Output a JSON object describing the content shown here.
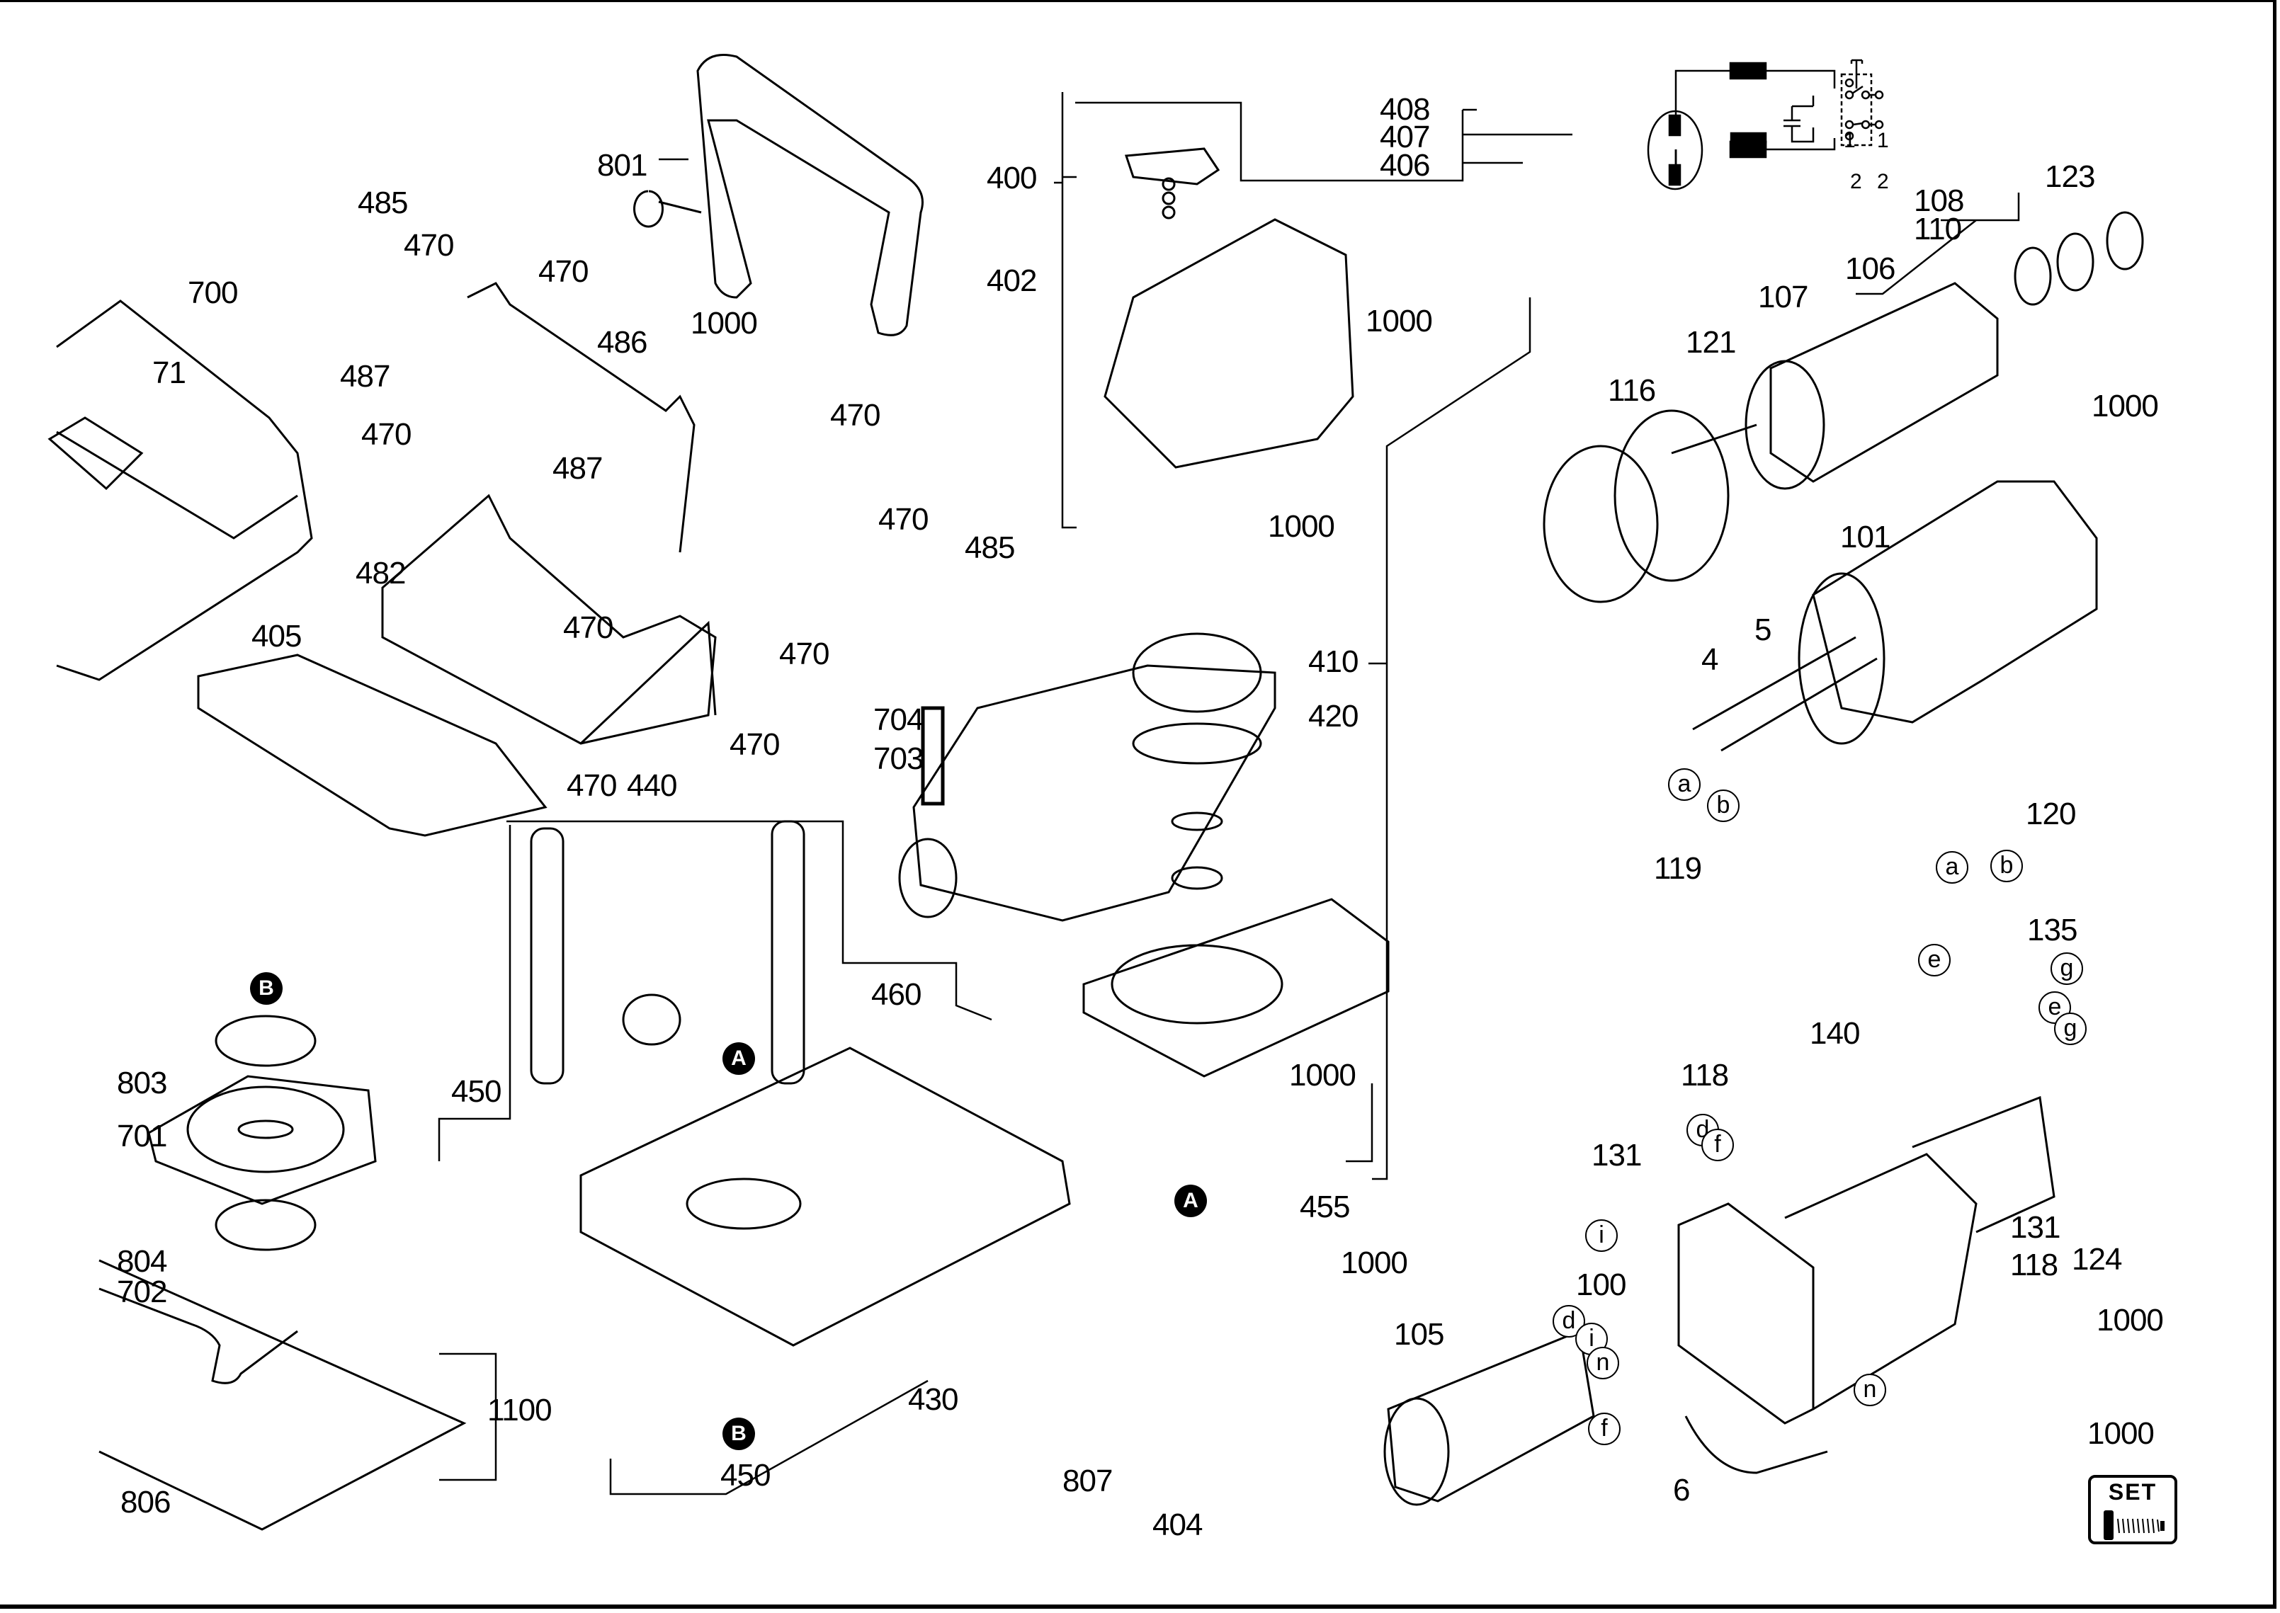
{
  "diagram": {
    "type": "exploded-parts-diagram",
    "subject": "biscuit joiner / flat dowel jointer",
    "labels": {
      "l801": "801",
      "l485a": "485",
      "l470a": "470",
      "l470b": "470",
      "l700": "700",
      "l71": "71",
      "l487a": "487",
      "l486": "486",
      "l1000a": "1000",
      "l470c": "470",
      "l487b": "487",
      "l470d": "470",
      "l482": "482",
      "l470e": "470",
      "l470f": "470",
      "l485b": "485",
      "l470g": "470",
      "l405": "405",
      "l470h": "470",
      "l470i": "470",
      "l440": "440",
      "l400": "400",
      "l402": "402",
      "l408": "408",
      "l407": "407",
      "l406": "406",
      "l1000b": "1000",
      "l1000c": "1000",
      "l410": "410",
      "l420": "420",
      "l704": "704",
      "l703": "703",
      "l123": "123",
      "l108": "108",
      "l110": "110",
      "l106": "106",
      "l107": "107",
      "l121": "121",
      "l116": "116",
      "l1000d": "1000",
      "l101": "101",
      "l4": "4",
      "l5": "5",
      "l120": "120",
      "l119": "119",
      "l135": "135",
      "l140": "140",
      "l118a": "118",
      "l131a": "131",
      "l100": "100",
      "l124": "124",
      "l131b": "131",
      "l118b": "118",
      "l1000e": "1000",
      "l105": "105",
      "l6": "6",
      "l1000set": "1000",
      "l460": "460",
      "l450a": "450",
      "l430": "430",
      "l450b": "450",
      "l1000f": "1000",
      "l455": "455",
      "l1000g": "1000",
      "l807": "807",
      "l404": "404",
      "l803": "803",
      "l701": "701",
      "l804": "804",
      "l702": "702",
      "l806": "806",
      "l1100": "1100"
    },
    "wire_markers": {
      "a1": "a",
      "b1": "b",
      "a2": "a",
      "b2": "b",
      "e1": "e",
      "g1": "g",
      "e2": "e",
      "g2": "g",
      "d1": "d",
      "f1": "f",
      "i1": "i",
      "i2": "i",
      "n1": "n",
      "d2": "d",
      "f2": "f",
      "n2": "n"
    },
    "reference_markers": {
      "A1": "A",
      "A2": "A",
      "B1": "B",
      "B2": "B"
    },
    "set_badge": {
      "text": "SET",
      "icon": "screw-set-icon"
    },
    "circuit": {
      "switch_pos_1": "1",
      "switch_pos_1b": "1",
      "switch_pos_2": "2",
      "switch_pos_2b": "2"
    }
  }
}
